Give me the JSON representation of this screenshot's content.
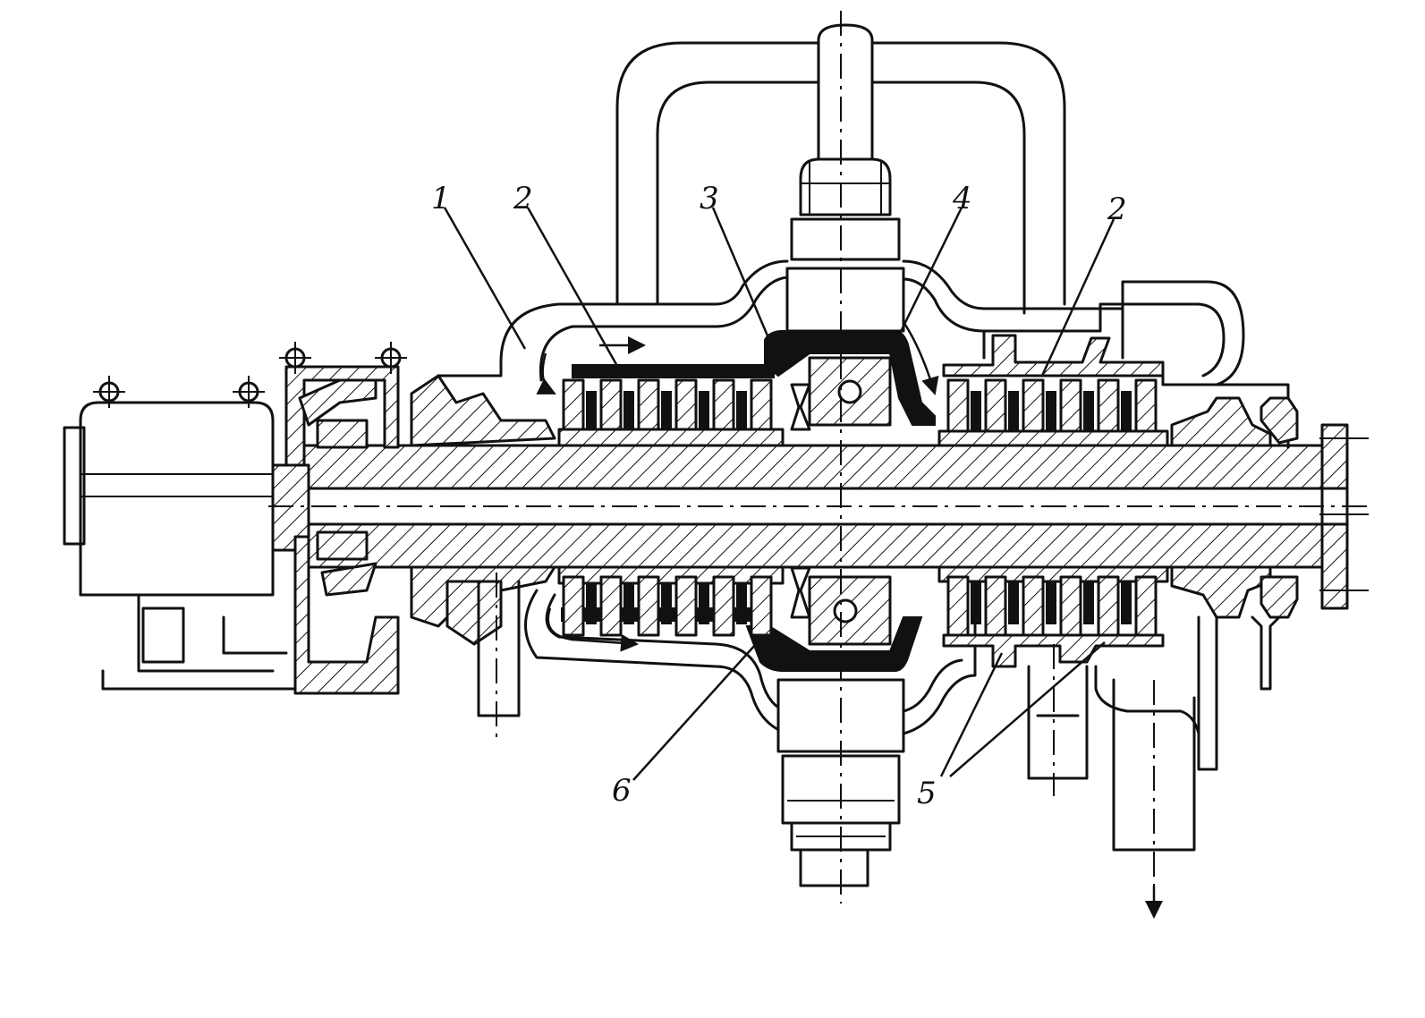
{
  "callouts": [
    {
      "id": "1",
      "label": "1"
    },
    {
      "id": "2a",
      "label": "2"
    },
    {
      "id": "3",
      "label": "3"
    },
    {
      "id": "4",
      "label": "4"
    },
    {
      "id": "2b",
      "label": "2"
    },
    {
      "id": "5",
      "label": "5"
    },
    {
      "id": "6",
      "label": "6"
    }
  ],
  "colors": {
    "ink": "#111111",
    "paper": "#ffffff"
  }
}
